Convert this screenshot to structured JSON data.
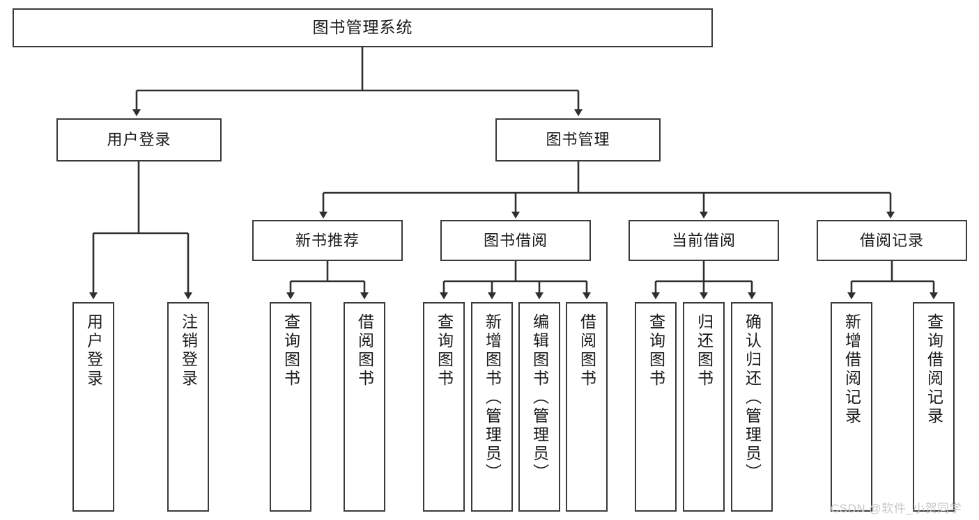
{
  "diagram": {
    "title_node": {
      "label": "图书管理系统"
    },
    "level2": [
      {
        "id": "user-login",
        "label": "用户登录"
      },
      {
        "id": "book-management",
        "label": "图书管理"
      }
    ],
    "level3": [
      {
        "id": "new-book-recommend",
        "label": "新书推荐"
      },
      {
        "id": "book-borrow",
        "label": "图书借阅"
      },
      {
        "id": "current-borrow",
        "label": "当前借阅"
      },
      {
        "id": "borrow-record",
        "label": "借阅记录"
      }
    ],
    "leaves": {
      "user_login": [
        {
          "id": "leaf-user-login",
          "label": "用户登录"
        },
        {
          "id": "leaf-logout-login",
          "label": "注销登录"
        }
      ],
      "new_book_recommend": [
        {
          "id": "leaf-query-book-1",
          "label": "查询图书"
        },
        {
          "id": "leaf-borrow-book-1",
          "label": "借阅图书"
        }
      ],
      "book_borrow": [
        {
          "id": "leaf-query-book-2",
          "label": "查询图书"
        },
        {
          "id": "leaf-add-book-admin",
          "label": "新增图书（管理员）"
        },
        {
          "id": "leaf-edit-book-admin",
          "label": "编辑图书（管理员）"
        },
        {
          "id": "leaf-borrow-book-2",
          "label": "借阅图书"
        }
      ],
      "current_borrow": [
        {
          "id": "leaf-query-book-3",
          "label": "查询图书"
        },
        {
          "id": "leaf-return-book",
          "label": "归还图书"
        },
        {
          "id": "leaf-confirm-return-admin",
          "label": "确认归还（管理员）"
        }
      ],
      "borrow_record": [
        {
          "id": "leaf-add-borrow-record",
          "label": "新增借阅记录"
        },
        {
          "id": "leaf-query-borrow-record",
          "label": "查询借阅记录"
        }
      ]
    },
    "watermark": {
      "text": "CSDN @软件_小贺同学"
    },
    "colors": {
      "box_border": "#3a3a3a",
      "box_fill": "#ffffff",
      "connector": "#2f2f2f",
      "text": "#1a1a1a",
      "watermark": "#c9c9c9",
      "page_background": "#ffffff"
    }
  }
}
